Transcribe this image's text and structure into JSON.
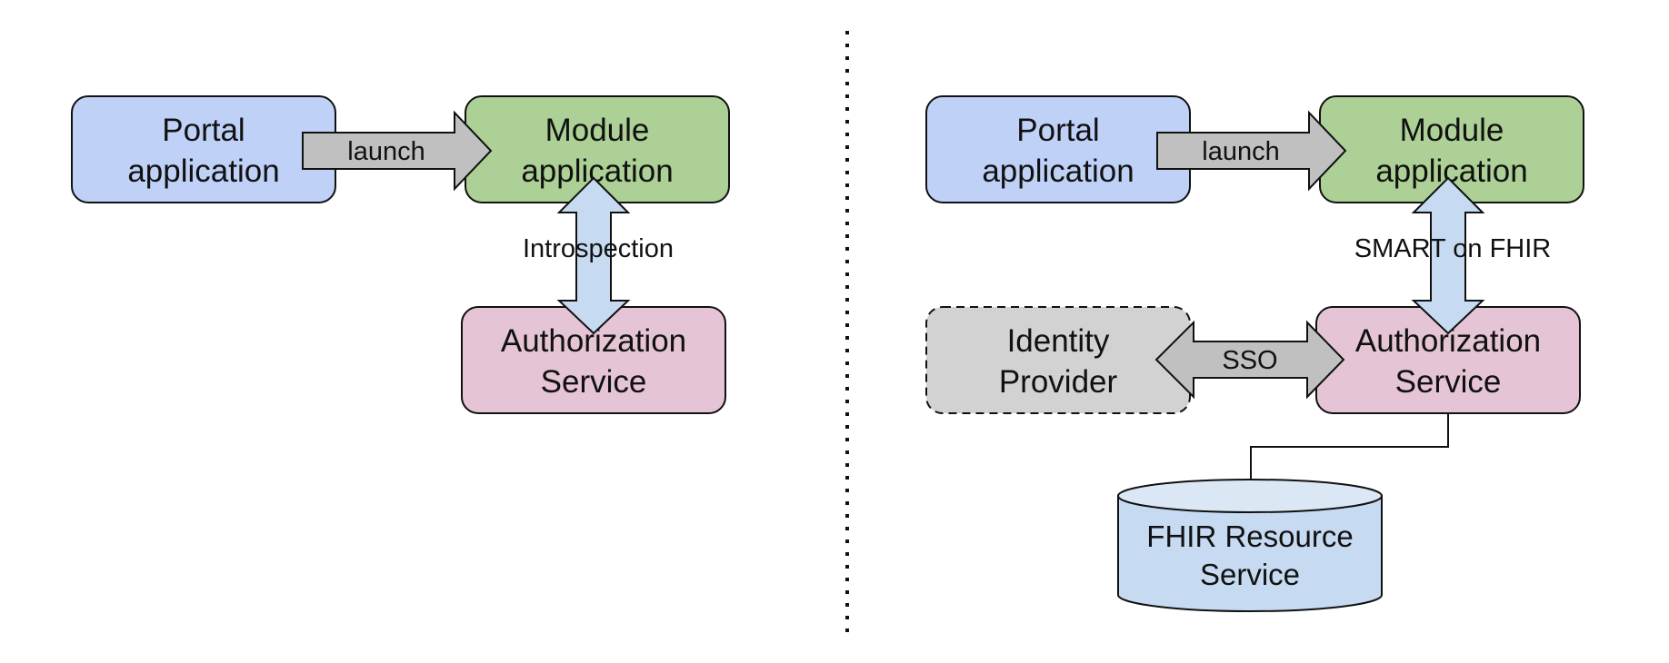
{
  "colors": {
    "portal": "#bfd1f7",
    "module": "#acd095",
    "auth": "#e5c5d5",
    "identity": "#d2d2d2",
    "fhir_body": "#c6daf1",
    "fhir_top": "#dce7f5",
    "gray_arrow": "#c0c0c0",
    "blue_arrow": "#c6daf1",
    "stroke": "#111111"
  },
  "left": {
    "portal": {
      "line1": "Portal",
      "line2": "application"
    },
    "module": {
      "line1": "Module",
      "line2": "application"
    },
    "auth": {
      "line1": "Authorization",
      "line2": "Service"
    },
    "launch_label": "launch",
    "introspection_label": "Introspection"
  },
  "right": {
    "portal": {
      "line1": "Portal",
      "line2": "application"
    },
    "module": {
      "line1": "Module",
      "line2": "application"
    },
    "auth": {
      "line1": "Authorization",
      "line2": "Service"
    },
    "identity": {
      "line1": "Identity",
      "line2": "Provider"
    },
    "fhir": {
      "line1": "FHIR Resource",
      "line2": "Service"
    },
    "launch_label": "launch",
    "smart_label": "SMART on FHIR",
    "sso_label": "SSO"
  }
}
